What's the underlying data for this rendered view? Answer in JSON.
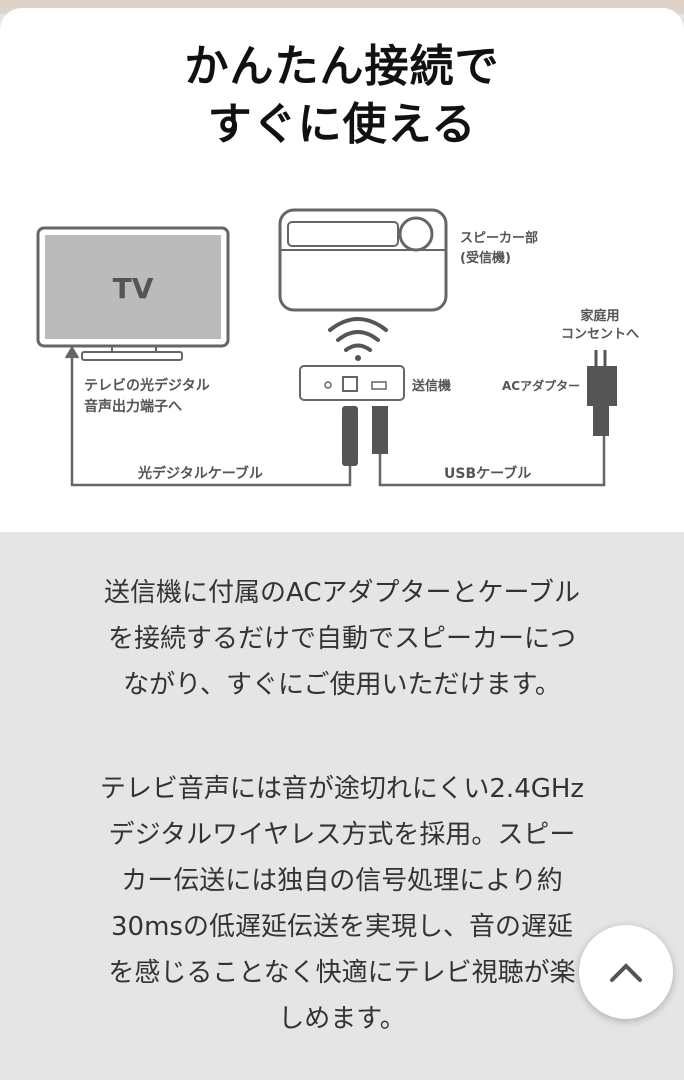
{
  "header": {
    "title_line1": "かんたん接続で",
    "title_line2": "すぐに使える"
  },
  "diagram": {
    "tv": "TV",
    "speaker": "スピーカー部",
    "receiver": "(受信機)",
    "outlet1": "家庭用",
    "outlet2": "コンセントへ",
    "transmitter": "送信機",
    "adapter": "ACアダプター",
    "tv_port1": "テレビの光デジタル",
    "tv_port2": "音声出力端子へ",
    "optical_cable": "光デジタルケーブル",
    "usb_cable": "USBケーブル"
  },
  "body": {
    "p1": [
      "送信機に付属のACアダプターとケーブル",
      "を接続するだけで自動でスピーカーにつ",
      "ながり、すぐにご使用いただけます。"
    ],
    "p2": [
      "テレビ音声には音が途切れにくい2.4GHz",
      "デジタルワイヤレス方式を採用。スピー",
      "カー伝送には独自の信号処理により約",
      "30msの低遅延伝送を実現し、音の遅延",
      "を感じることなく快適にテレビ視聴が楽",
      "しめます。"
    ]
  },
  "scroll_top_icon": "chevron-up-icon"
}
